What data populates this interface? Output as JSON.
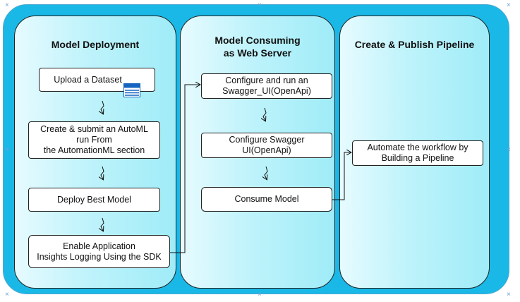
{
  "colors": {
    "frame": "#1ab8e6",
    "panel_start": "#e6fbff",
    "panel_end": "#9fecf8",
    "icon": "#1565c0"
  },
  "panels": [
    {
      "title": "Model Deployment"
    },
    {
      "title": "Model Consuming\nas Web Server"
    },
    {
      "title": "Create & Publish Pipeline"
    }
  ],
  "deployment_steps": [
    "Upload a Dataset",
    "Create & submit an AutoML\nrun From\nthe  AutomationML  section",
    "Deploy Best Model",
    "Enable Application\nInsights Logging Using the SDK"
  ],
  "consuming_steps": [
    "Configure and run an\nSwagger_UI(OpenApi)",
    "Configure  Swagger\nUI(OpenApi)",
    "Consume Model"
  ],
  "pipeline_steps": [
    "Automate the workflow by\nBuilding a Pipeline"
  ],
  "dataset_icon": {
    "name": "dataset-icon",
    "label": "DataSet"
  },
  "corner_marker": "×"
}
